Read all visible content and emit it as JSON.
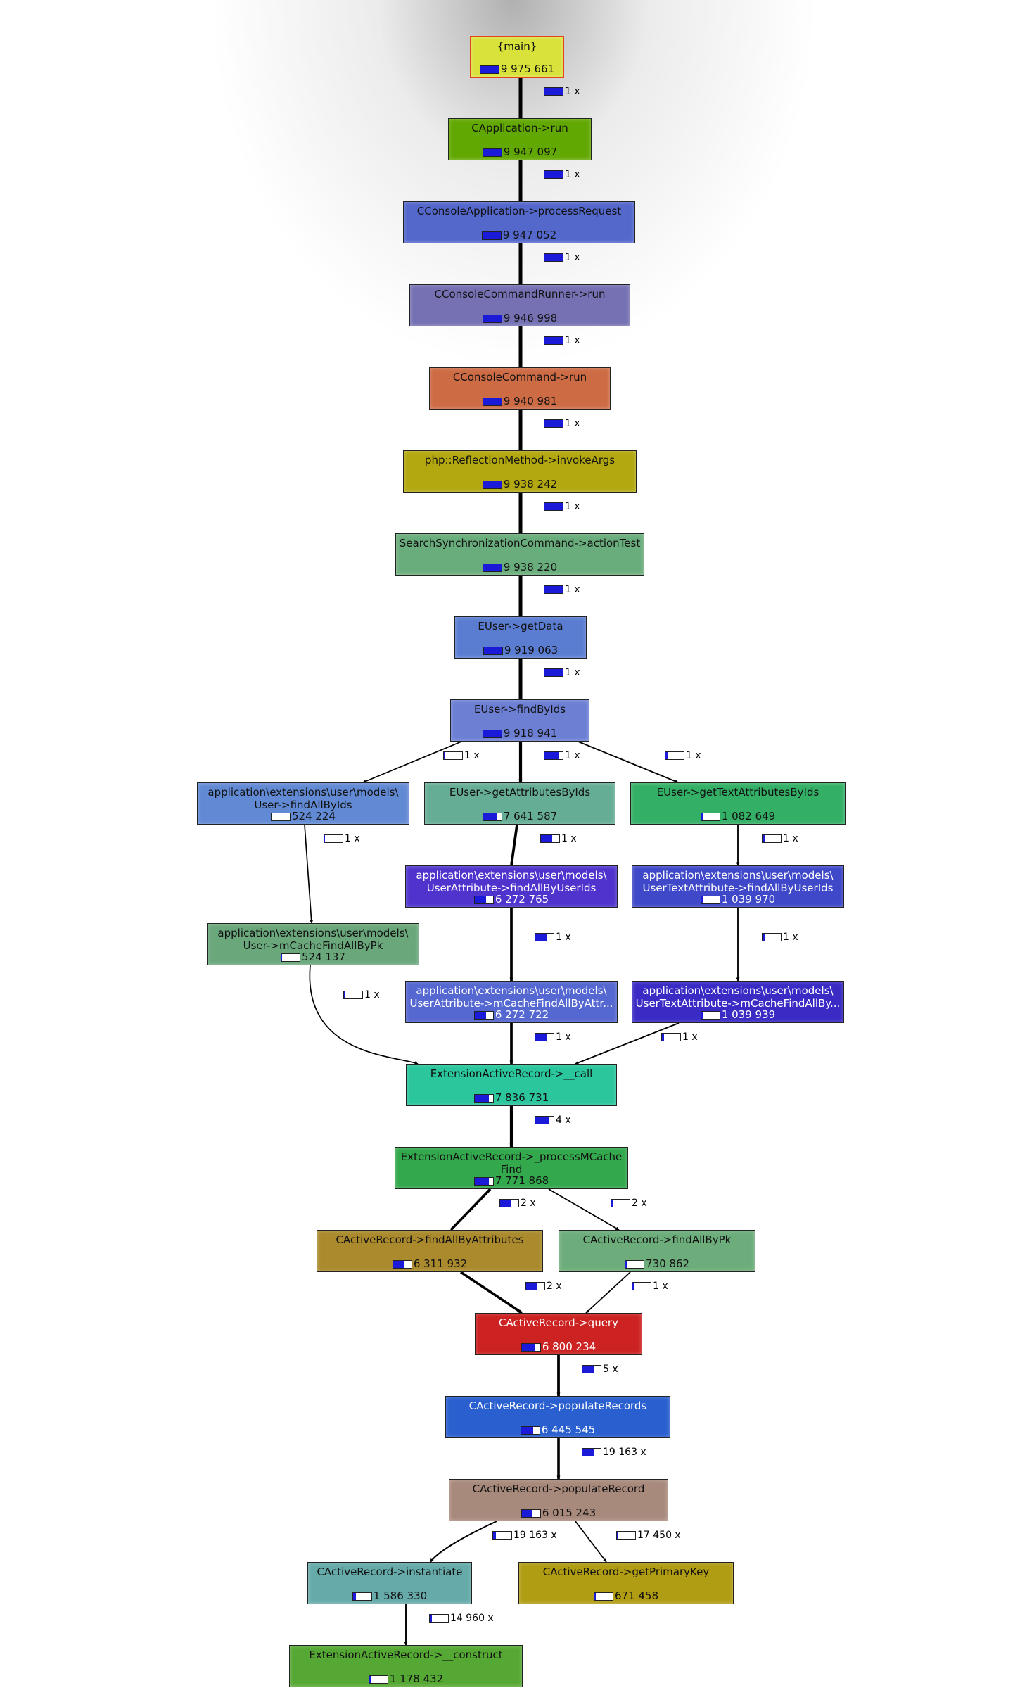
{
  "nodes": [
    {
      "id": "main",
      "lines": [
        "{main}"
      ],
      "value": "9 975 661",
      "frac": 1.0,
      "color": "#d8e23a",
      "text": "dark",
      "highlight": true
    },
    {
      "id": "capp_run",
      "lines": [
        "CApplication->run"
      ],
      "value": "9 947 097",
      "frac": 1.0,
      "color": "#62a802",
      "text": "dark"
    },
    {
      "id": "cconsoleapp_process",
      "lines": [
        "CConsoleApplication->processRequest"
      ],
      "value": "9 947 052",
      "frac": 1.0,
      "color": "#5468cc",
      "text": "dark"
    },
    {
      "id": "ccmdrunner_run",
      "lines": [
        "CConsoleCommandRunner->run"
      ],
      "value": "9 946 998",
      "frac": 1.0,
      "color": "#7571b3",
      "text": "dark"
    },
    {
      "id": "cconsolecmd_run",
      "lines": [
        "CConsoleCommand->run"
      ],
      "value": "9 940 981",
      "frac": 1.0,
      "color": "#cd6b45",
      "text": "dark"
    },
    {
      "id": "reflection_invoke",
      "lines": [
        "php::ReflectionMethod->invokeArgs"
      ],
      "value": "9 938 242",
      "frac": 1.0,
      "color": "#b3a80f",
      "text": "dark"
    },
    {
      "id": "search_sync_test",
      "lines": [
        "SearchSynchronizationCommand->actionTest"
      ],
      "value": "9 938 220",
      "frac": 1.0,
      "color": "#6aad7c",
      "text": "dark"
    },
    {
      "id": "euser_getdata",
      "lines": [
        "EUser->getData"
      ],
      "value": "9 919 063",
      "frac": 0.99,
      "color": "#5a7dd2",
      "text": "dark"
    },
    {
      "id": "euser_findbyids",
      "lines": [
        "EUser->findByIds"
      ],
      "value": "9 918 941",
      "frac": 0.99,
      "color": "#6c7fd3",
      "text": "dark"
    },
    {
      "id": "user_findallbyids",
      "lines": [
        "application\\extensions\\user\\models\\",
        "User->findAllByIds"
      ],
      "value": "524 224",
      "frac": 0.05,
      "color": "#628ad4",
      "text": "dark"
    },
    {
      "id": "euser_getattrs",
      "lines": [
        "EUser->getAttributesByIds"
      ],
      "value": "7 641 587",
      "frac": 0.77,
      "color": "#66ad95",
      "text": "dark"
    },
    {
      "id": "euser_gettextattrs",
      "lines": [
        "EUser->getTextAttributesByIds"
      ],
      "value": "1 082 649",
      "frac": 0.11,
      "color": "#33b066",
      "text": "dark"
    },
    {
      "id": "userattr_findall",
      "lines": [
        "application\\extensions\\user\\models\\",
        "UserAttribute->findAllByUserIds"
      ],
      "value": "6 272 765",
      "frac": 0.63,
      "color": "#4f33cc",
      "text": "light"
    },
    {
      "id": "usertextattr_findall",
      "lines": [
        "application\\extensions\\user\\models\\",
        "UserTextAttribute->findAllByUserIds"
      ],
      "value": "1 039 970",
      "frac": 0.1,
      "color": "#3e48c8",
      "text": "light"
    },
    {
      "id": "user_mcache",
      "lines": [
        "application\\extensions\\user\\models\\",
        "User->mCacheFindAllByPk"
      ],
      "value": "524 137",
      "frac": 0.05,
      "color": "#6aa87c",
      "text": "dark"
    },
    {
      "id": "userattr_mcache",
      "lines": [
        "application\\extensions\\user\\models\\",
        "UserAttribute->mCacheFindAllByAttr..."
      ],
      "value": "6 272 722",
      "frac": 0.63,
      "color": "#5567d0",
      "text": "light"
    },
    {
      "id": "usertextattr_mcache",
      "lines": [
        "application\\extensions\\user\\models\\",
        "UserTextAttribute->mCacheFindAllBy..."
      ],
      "value": "1 039 939",
      "frac": 0.1,
      "color": "#3a2bc4",
      "text": "light"
    },
    {
      "id": "ext_call",
      "lines": [
        "ExtensionActiveRecord->__call"
      ],
      "value": "7 836 731",
      "frac": 0.79,
      "color": "#2bc69c",
      "text": "dark"
    },
    {
      "id": "ext_process_mcache",
      "lines": [
        "ExtensionActiveRecord->_processMCache",
        "Find"
      ],
      "value": "7 771 868",
      "frac": 0.78,
      "color": "#33a84c",
      "text": "dark"
    },
    {
      "id": "car_findallbyattrs",
      "lines": [
        "CActiveRecord->findAllByAttributes"
      ],
      "value": "6 311 932",
      "frac": 0.63,
      "color": "#aa8a2d",
      "text": "dark"
    },
    {
      "id": "car_findallbypk",
      "lines": [
        "CActiveRecord->findAllByPk"
      ],
      "value": "730 862",
      "frac": 0.07,
      "color": "#6dad7b",
      "text": "dark"
    },
    {
      "id": "car_query",
      "lines": [
        "CActiveRecord->query"
      ],
      "value": "6 800 234",
      "frac": 0.68,
      "color": "#cc2222",
      "text": "light"
    },
    {
      "id": "car_populaterecords",
      "lines": [
        "CActiveRecord->populateRecords"
      ],
      "value": "6 445 545",
      "frac": 0.65,
      "color": "#2a5fcf",
      "text": "light"
    },
    {
      "id": "car_populaterecord",
      "lines": [
        "CActiveRecord->populateRecord"
      ],
      "value": "6 015 243",
      "frac": 0.6,
      "color": "#a88a7c",
      "text": "dark"
    },
    {
      "id": "car_instantiate",
      "lines": [
        "CActiveRecord->instantiate"
      ],
      "value": "1 586 330",
      "frac": 0.16,
      "color": "#66aaaa",
      "text": "dark"
    },
    {
      "id": "car_getprimarykey",
      "lines": [
        "CActiveRecord->getPrimaryKey"
      ],
      "value": "671 458",
      "frac": 0.07,
      "color": "#b09d13",
      "text": "dark"
    },
    {
      "id": "ext_construct",
      "lines": [
        "ExtensionActiveRecord->__construct"
      ],
      "value": "1 178 432",
      "frac": 0.12,
      "color": "#55a833",
      "text": "dark"
    }
  ],
  "edges": [
    {
      "from": "main",
      "to": "capp_run",
      "calls": "1 x",
      "frac": 1.0
    },
    {
      "from": "capp_run",
      "to": "cconsoleapp_process",
      "calls": "1 x",
      "frac": 1.0
    },
    {
      "from": "cconsoleapp_process",
      "to": "ccmdrunner_run",
      "calls": "1 x",
      "frac": 1.0
    },
    {
      "from": "ccmdrunner_run",
      "to": "cconsolecmd_run",
      "calls": "1 x",
      "frac": 1.0
    },
    {
      "from": "cconsolecmd_run",
      "to": "reflection_invoke",
      "calls": "1 x",
      "frac": 1.0
    },
    {
      "from": "reflection_invoke",
      "to": "search_sync_test",
      "calls": "1 x",
      "frac": 1.0
    },
    {
      "from": "search_sync_test",
      "to": "euser_getdata",
      "calls": "1 x",
      "frac": 1.0
    },
    {
      "from": "euser_getdata",
      "to": "euser_findbyids",
      "calls": "1 x",
      "frac": 1.0
    },
    {
      "from": "euser_findbyids",
      "to": "user_findallbyids",
      "calls": "1 x",
      "frac": 0.05
    },
    {
      "from": "euser_findbyids",
      "to": "euser_getattrs",
      "calls": "1 x",
      "frac": 0.77
    },
    {
      "from": "euser_findbyids",
      "to": "euser_gettextattrs",
      "calls": "1 x",
      "frac": 0.11
    },
    {
      "from": "user_findallbyids",
      "to": "user_mcache",
      "calls": "1 x",
      "frac": 0.05
    },
    {
      "from": "euser_getattrs",
      "to": "userattr_findall",
      "calls": "1 x",
      "frac": 0.63
    },
    {
      "from": "euser_gettextattrs",
      "to": "usertextattr_findall",
      "calls": "1 x",
      "frac": 0.1
    },
    {
      "from": "userattr_findall",
      "to": "userattr_mcache",
      "calls": "1 x",
      "frac": 0.63
    },
    {
      "from": "usertextattr_findall",
      "to": "usertextattr_mcache",
      "calls": "1 x",
      "frac": 0.1
    },
    {
      "from": "user_mcache",
      "to": "ext_call",
      "calls": "1 x",
      "frac": 0.05
    },
    {
      "from": "userattr_mcache",
      "to": "ext_call",
      "calls": "1 x",
      "frac": 0.63
    },
    {
      "from": "usertextattr_mcache",
      "to": "ext_call",
      "calls": "1 x",
      "frac": 0.1
    },
    {
      "from": "ext_call",
      "to": "ext_process_mcache",
      "calls": "4 x",
      "frac": 0.78
    },
    {
      "from": "ext_process_mcache",
      "to": "car_findallbyattrs",
      "calls": "2 x",
      "frac": 0.63
    },
    {
      "from": "ext_process_mcache",
      "to": "car_findallbypk",
      "calls": "2 x",
      "frac": 0.07
    },
    {
      "from": "car_findallbyattrs",
      "to": "car_query",
      "calls": "2 x",
      "frac": 0.61
    },
    {
      "from": "car_findallbypk",
      "to": "car_query",
      "calls": "1 x",
      "frac": 0.07
    },
    {
      "from": "car_query",
      "to": "car_populaterecords",
      "calls": "5 x",
      "frac": 0.65
    },
    {
      "from": "car_populaterecords",
      "to": "car_populaterecord",
      "calls": "19 163 x",
      "frac": 0.6
    },
    {
      "from": "car_populaterecord",
      "to": "car_instantiate",
      "calls": "19 163 x",
      "frac": 0.16
    },
    {
      "from": "car_populaterecord",
      "to": "car_getprimarykey",
      "calls": "17 450 x",
      "frac": 0.07
    },
    {
      "from": "car_instantiate",
      "to": "ext_construct",
      "calls": "14 960 x",
      "frac": 0.12
    }
  ]
}
